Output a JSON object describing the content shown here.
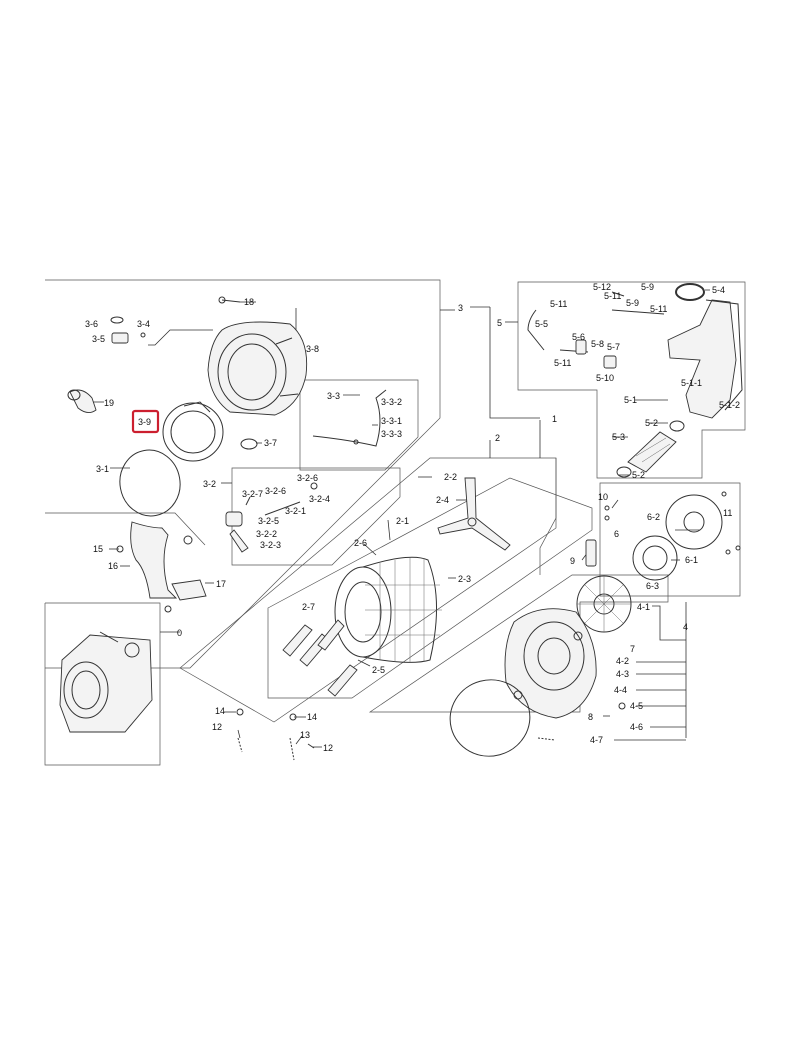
{
  "highlight_color": "#cc1f2f",
  "labels": {
    "l_3": "3",
    "l_5": "5",
    "l_1": "1",
    "l_2": "2",
    "l_4": "4",
    "l_0": "0",
    "l_6": "6",
    "l_7": "7",
    "l_8": "8",
    "l_9": "9",
    "l_10": "10",
    "l_11": "11",
    "l_12a": "12",
    "l_12b": "12",
    "l_13": "13",
    "l_14a": "14",
    "l_14b": "14",
    "l_15": "15",
    "l_16": "16",
    "l_17": "17",
    "l_18": "18",
    "l_19": "19",
    "l_3_1": "3-1",
    "l_3_2": "3-2",
    "l_3_3": "3-3",
    "l_3_4": "3-4",
    "l_3_5": "3-5",
    "l_3_6": "3-6",
    "l_3_7": "3-7",
    "l_3_8": "3-8",
    "l_3_9": "3-9",
    "l_3_2_1": "3-2-1",
    "l_3_2_2": "3-2-2",
    "l_3_2_3": "3-2-3",
    "l_3_2_4": "3-2-4",
    "l_3_2_5": "3-2-5",
    "l_3_2_6a": "3-2-6",
    "l_3_2_6b": "3-2-6",
    "l_3_2_7": "3-2-7",
    "l_3_3_1": "3-3-1",
    "l_3_3_2": "3-3-2",
    "l_3_3_3": "3-3-3",
    "l_2_1": "2-1",
    "l_2_2": "2-2",
    "l_2_3": "2-3",
    "l_2_4": "2-4",
    "l_2_5": "2-5",
    "l_2_6": "2-6",
    "l_2_7": "2-7",
    "l_4_1": "4-1",
    "l_4_2": "4-2",
    "l_4_3": "4-3",
    "l_4_4": "4-4",
    "l_4_5": "4-5",
    "l_4_6": "4-6",
    "l_4_7": "4-7",
    "l_5_1": "5-1",
    "l_5_1_1": "5-1-1",
    "l_5_1_2": "5-1-2",
    "l_5_2a": "5-2",
    "l_5_2b": "5-2",
    "l_5_3": "5-3",
    "l_5_4": "5-4",
    "l_5_5": "5-5",
    "l_5_6": "5-6",
    "l_5_7": "5-7",
    "l_5_8": "5-8",
    "l_5_9a": "5-9",
    "l_5_9b": "5-9",
    "l_5_10": "5-10",
    "l_5_11a": "5-11",
    "l_5_11b": "5-11",
    "l_5_11c": "5-11",
    "l_5_11d": "5-11",
    "l_5_12": "5-12",
    "l_6_1": "6-1",
    "l_6_2": "6-2",
    "l_6_3": "6-3"
  }
}
